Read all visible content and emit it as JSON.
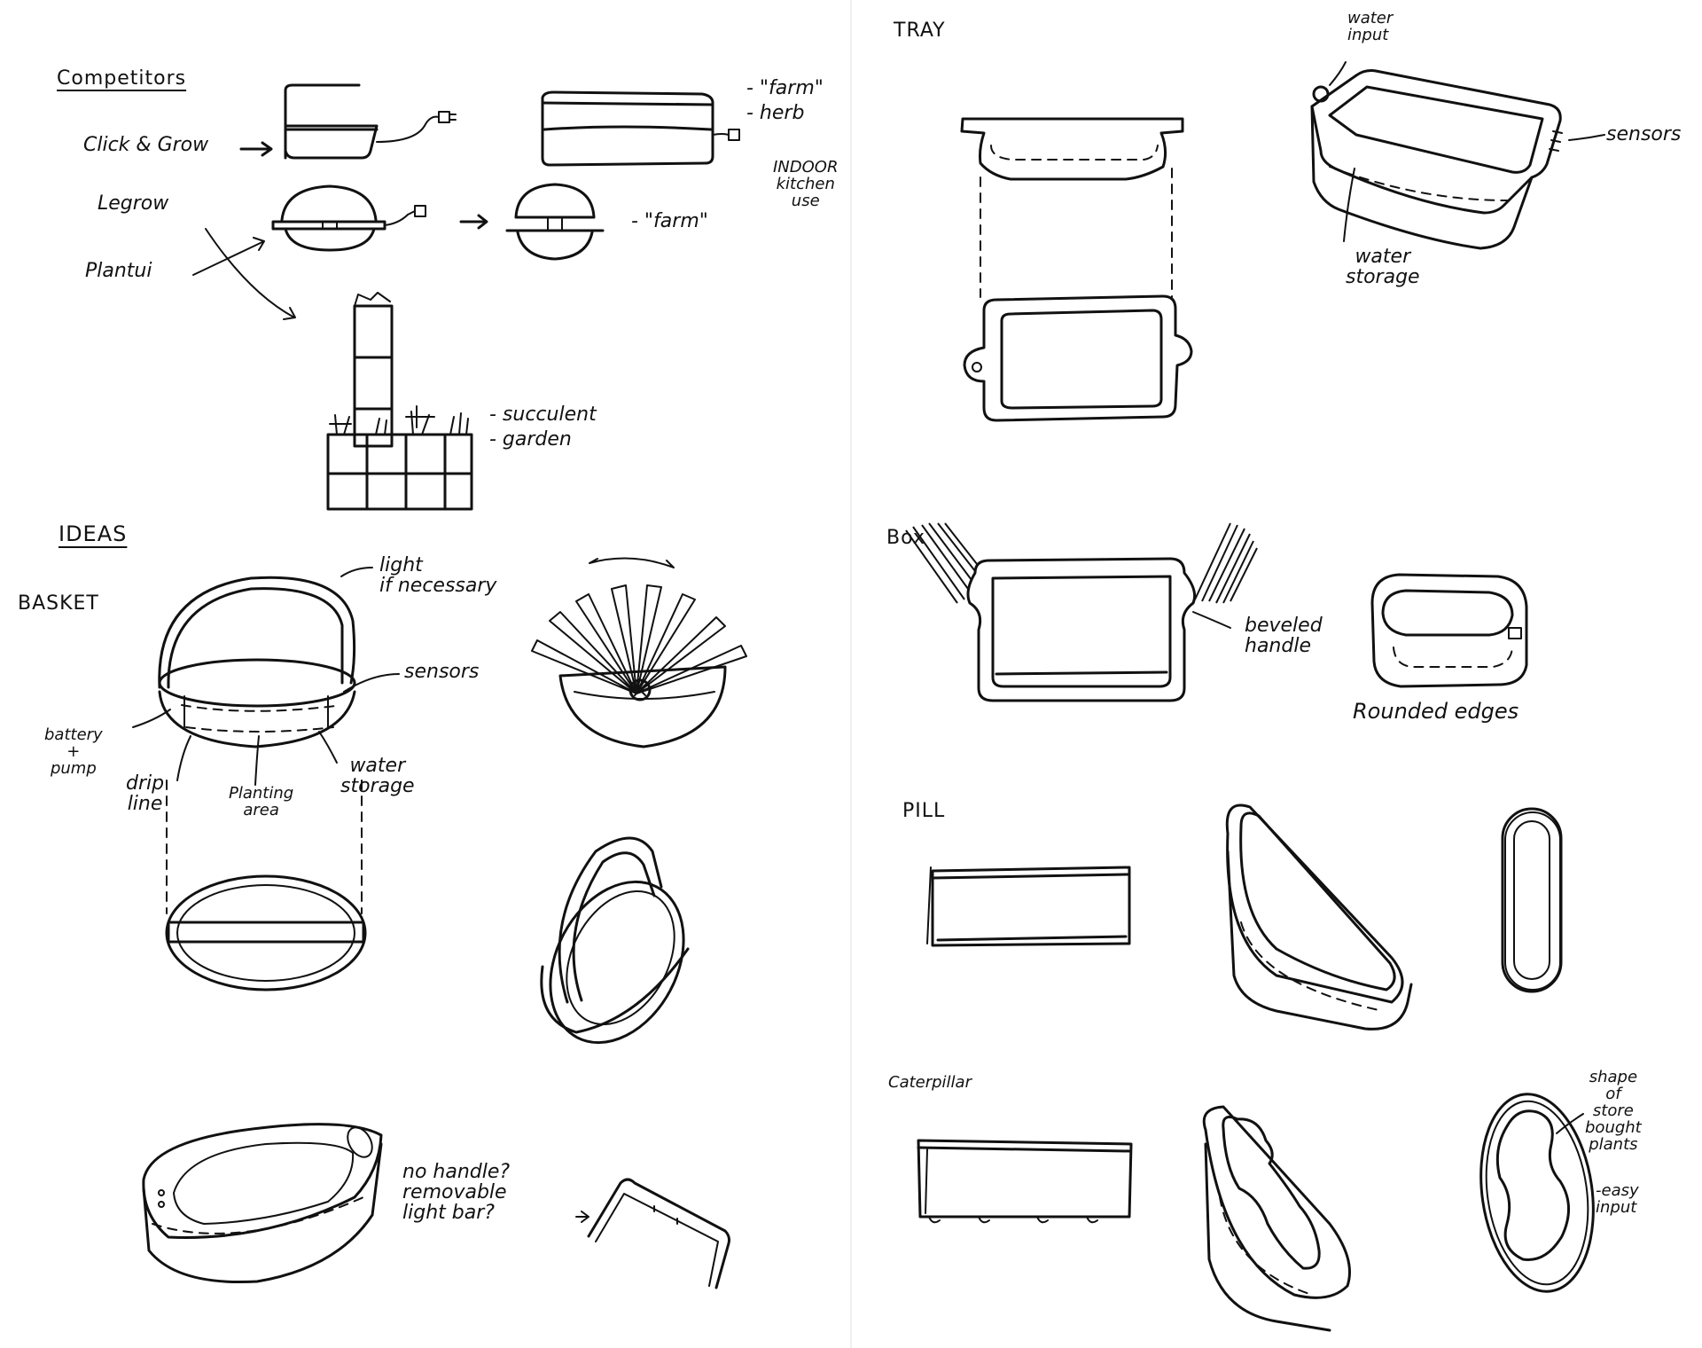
{
  "left_page": {
    "competitors": {
      "heading": "Competitors",
      "click_and_grow": "Click & Grow",
      "legrow": "Legrow",
      "plantui": "Plantui",
      "farm_note_1": "- \"farm\"",
      "herb_note": "- herb",
      "indoor_kitchen_use": "INDOOR\nkitchen\nuse",
      "farm_note_2": "- \"farm\"",
      "succulent": "- succulent",
      "garden": "- garden"
    },
    "ideas": {
      "heading": "IDEAS",
      "basket": "BASKET",
      "light_if_necessary": "light\nif necessary",
      "sensors": "sensors",
      "battery_pump": "battery\n+\npump",
      "drip_line": "drip\nline",
      "planting_area": "Planting\narea",
      "water_storage": "water\nstorage",
      "no_handle": "no handle?\nremovable\nlight bar?"
    }
  },
  "right_page": {
    "tray": {
      "heading": "TRAY",
      "water_input": "water\ninput",
      "sensors": "sensors",
      "water_storage": "water\nstorage"
    },
    "box": {
      "heading": "Box",
      "beveled_handle": "beveled\nhandle",
      "rounded_edges": "Rounded edges"
    },
    "pill": {
      "heading": "PILL"
    },
    "caterpillar": {
      "heading": "Caterpillar",
      "shape_note": "shape\nof\nstore\nbought\nplants",
      "easy_input": "-easy\ninput"
    }
  }
}
